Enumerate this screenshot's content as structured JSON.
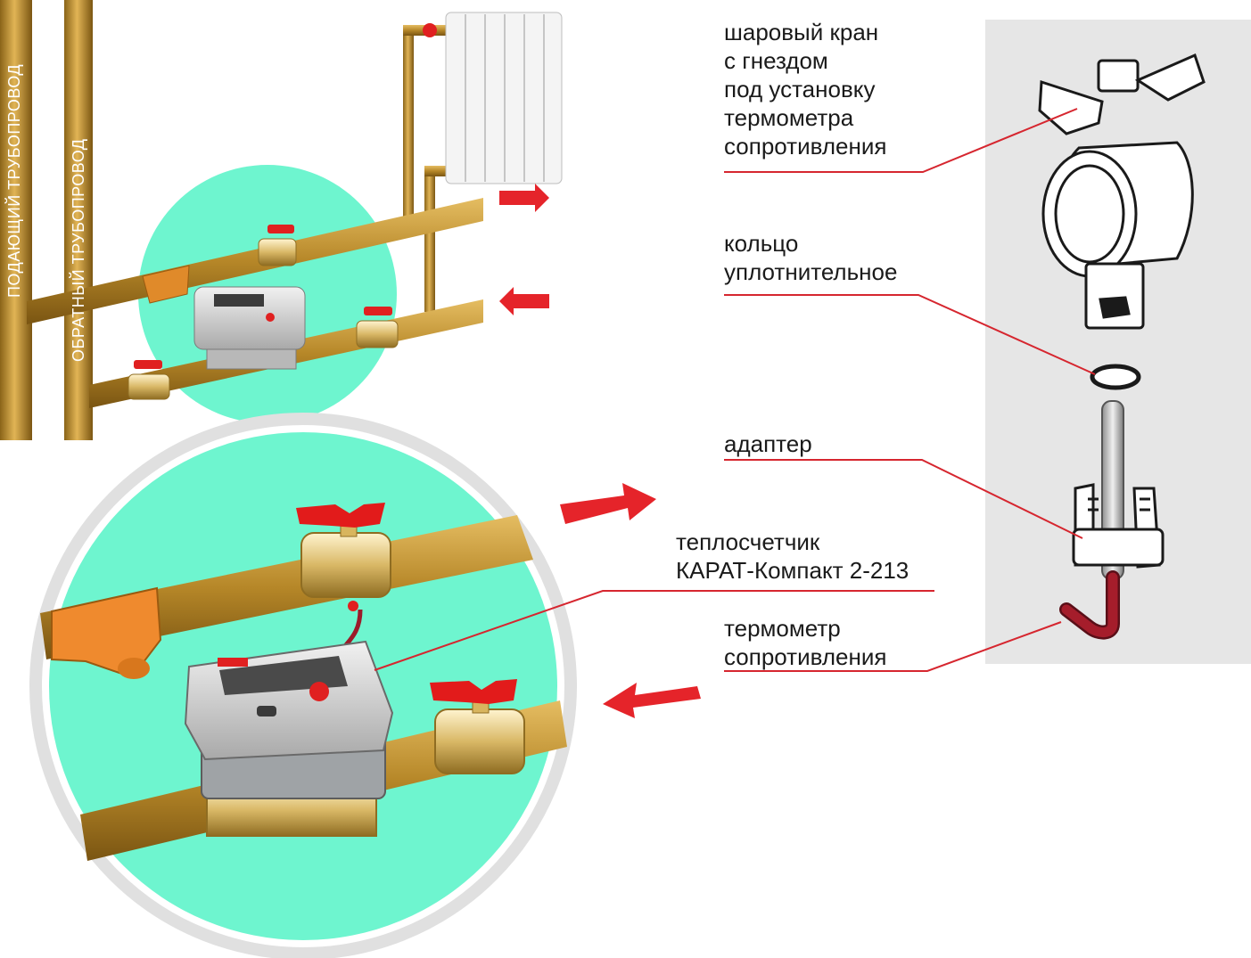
{
  "pipe_labels": {
    "supply": "ПОДАЮЩИЙ ТРУБОПРОВОД",
    "return": "ОБРАТНЫЙ ТРУБОПРОВОД"
  },
  "callouts": {
    "ball_valve": "шаровый кран\nс гнездом\nпод установку\nтермометра\nсопротивления",
    "seal_ring": "кольцо\nуплотнительное",
    "adapter": "адаптер",
    "heat_meter": "теплосчетчик\nКАРАТ-Компакт 2-213",
    "thermometer": "термометр\nсопротивления"
  },
  "colors": {
    "pipe": "#b58a2a",
    "zone": "#6ef5cf",
    "leader_line": "#d6262f",
    "arrow": "#e5242a",
    "panel": "#e6e6e6"
  }
}
